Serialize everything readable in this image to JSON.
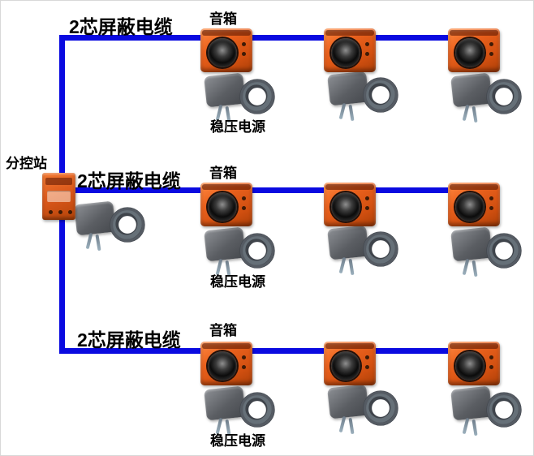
{
  "diagram": {
    "title_area": {},
    "control_station": {
      "label": "分控站",
      "has_power_supply": true
    },
    "legend": {
      "cable": "2芯屏蔽电缆",
      "speaker": "音箱",
      "power": "稳压电源"
    },
    "colors": {
      "cable": "#0a0ae0",
      "speaker_body": "#e8601c",
      "power_supply_body": "#5b5e63"
    },
    "rows": [
      {
        "name": "row-1",
        "cable_label": "2芯屏蔽电缆",
        "speaker_label": "音箱",
        "power_label": "稳压电源",
        "speaker_count": 3,
        "power_supply_count": 3
      },
      {
        "name": "row-2",
        "cable_label": "2芯屏蔽电缆",
        "speaker_label": "音箱",
        "power_label": "稳压电源",
        "speaker_count": 3,
        "power_supply_count": 3
      },
      {
        "name": "row-3",
        "cable_label": "2芯屏蔽电缆",
        "speaker_label": "音箱",
        "power_label": "稳压电源",
        "speaker_count": 3,
        "power_supply_count": 3
      }
    ]
  }
}
